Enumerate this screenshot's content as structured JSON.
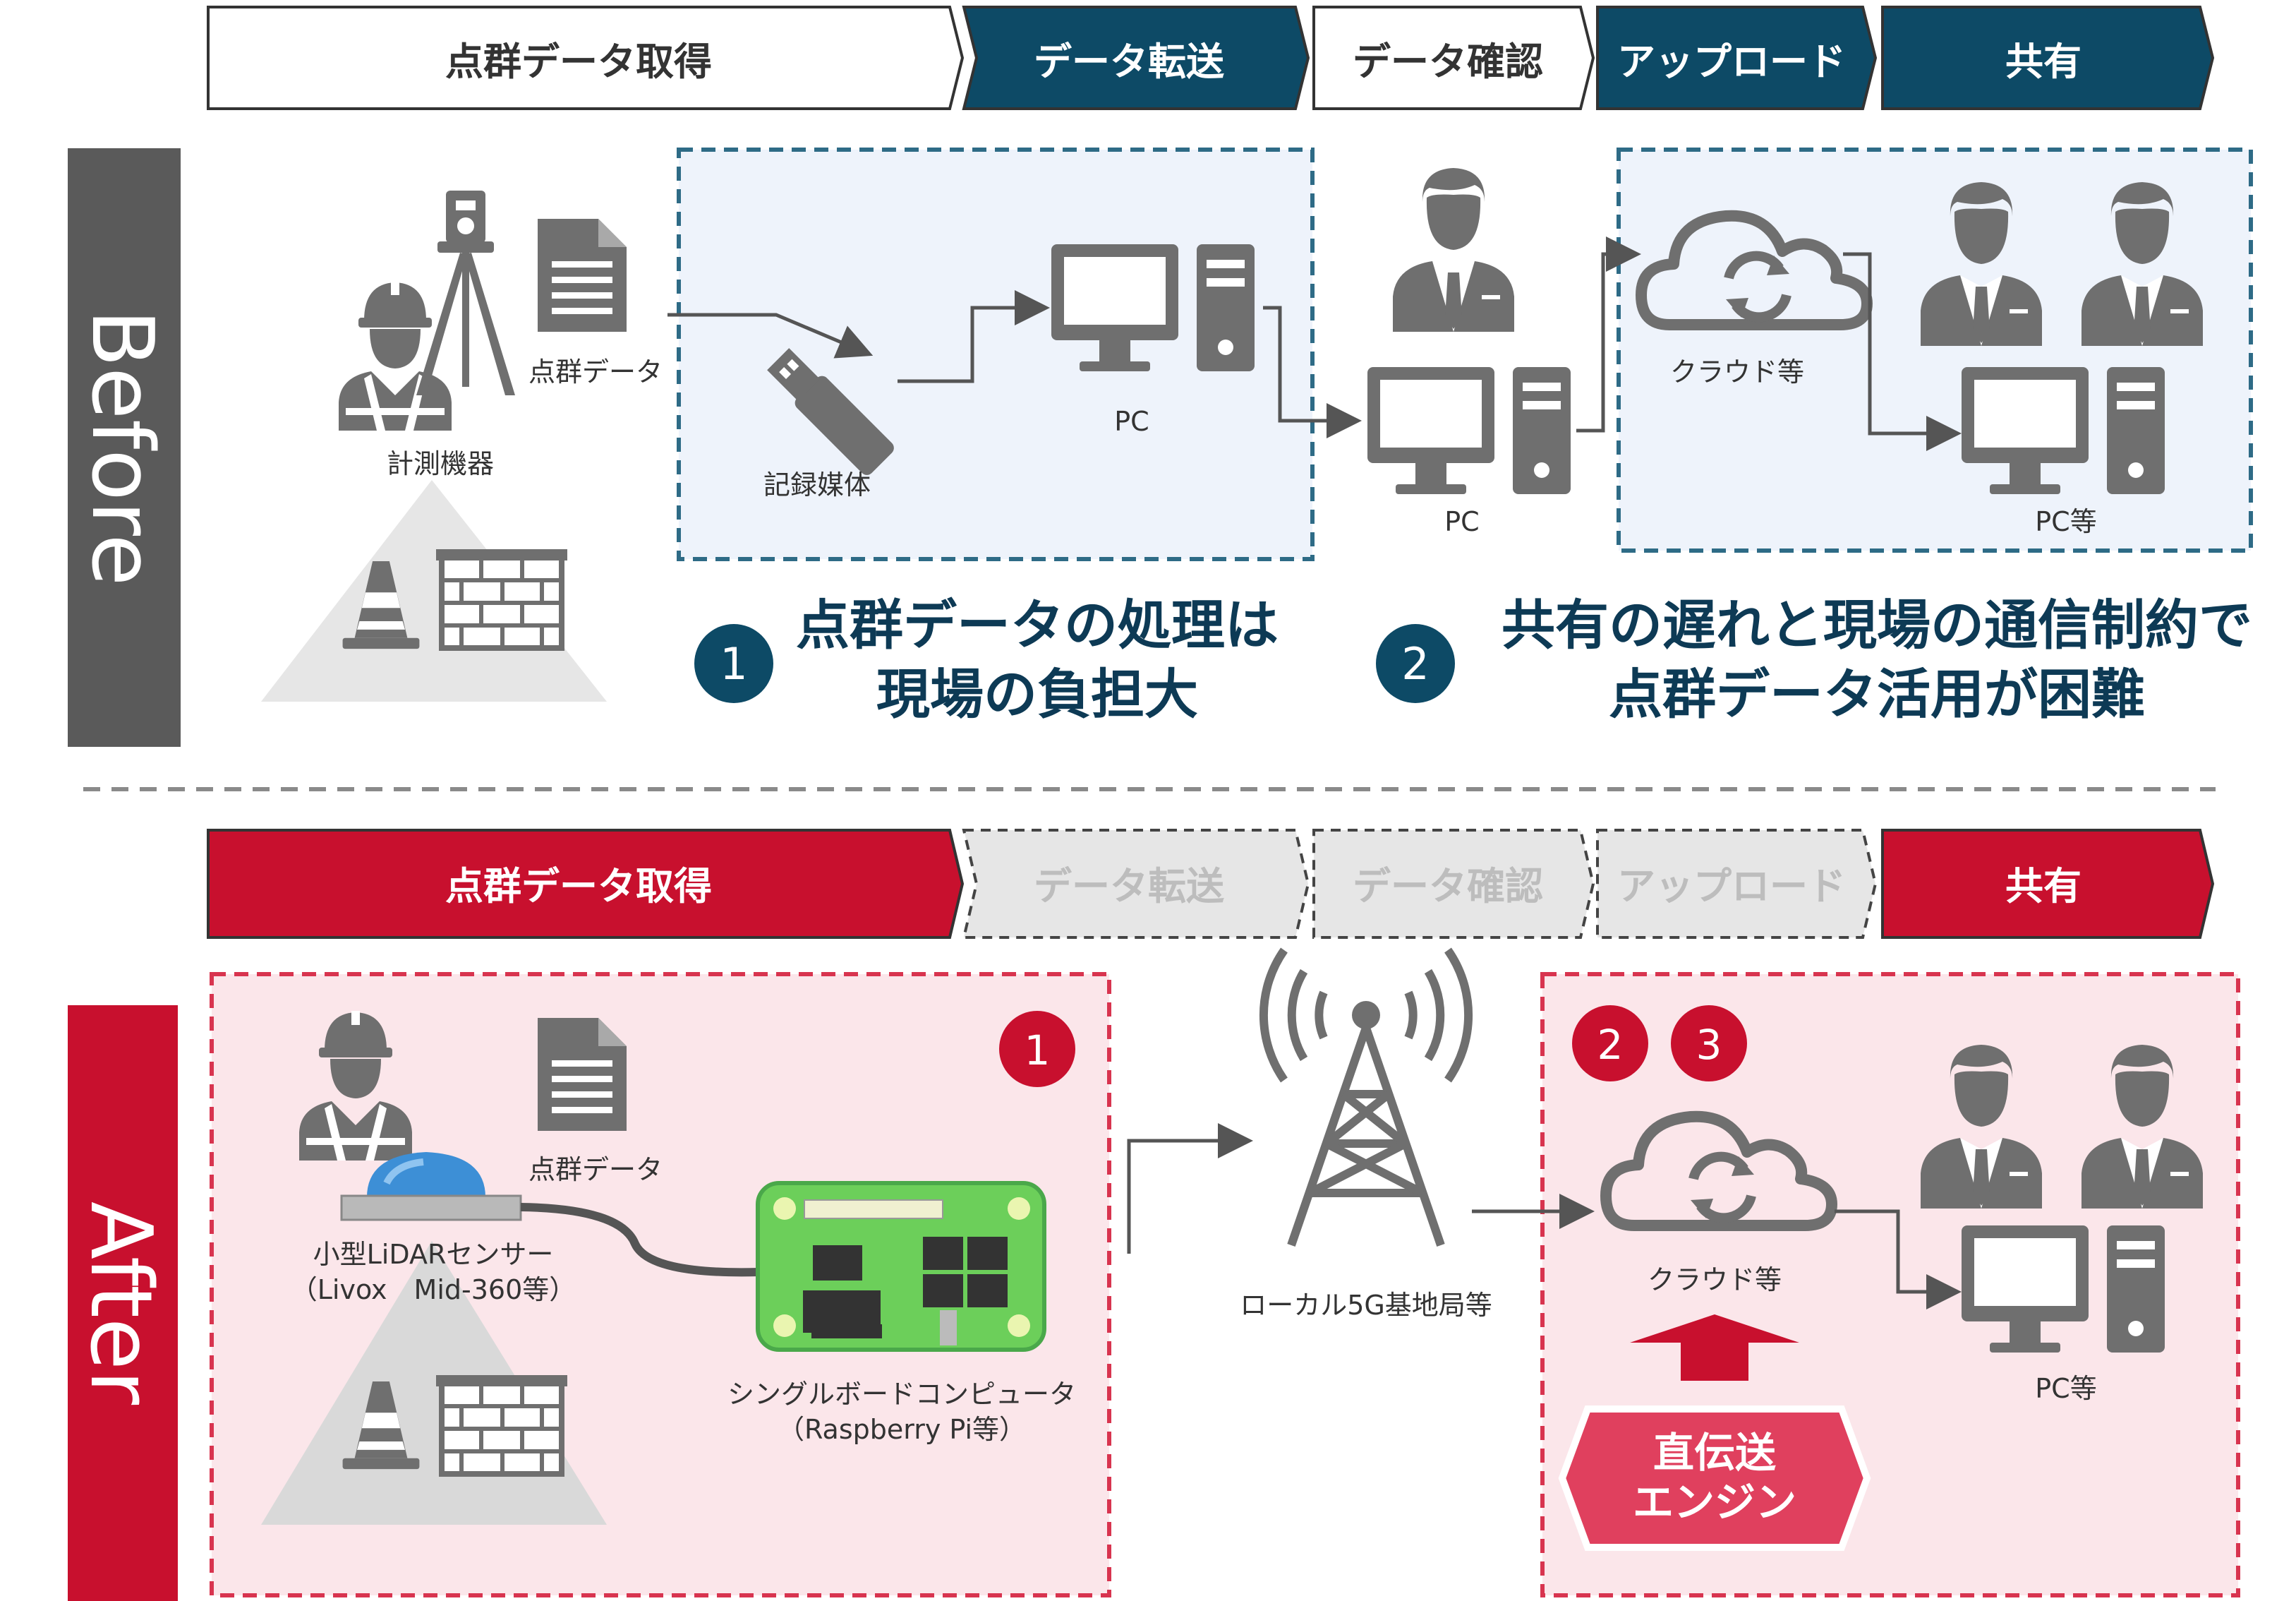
{
  "before": {
    "side_label": "Before",
    "steps": [
      "点群データ取得",
      "データ転送",
      "データ確認",
      "アップロード",
      "共有"
    ],
    "labels": {
      "measuring_device": "計測機器",
      "point_cloud_data": "点群データ",
      "recording_media": "記録媒体",
      "pc": "PC",
      "pc_field": "PC",
      "cloud": "クラウド等",
      "pc_etc": "PC等"
    },
    "issues": [
      {
        "num": "1",
        "line1": "点群データの処理は",
        "line2": "現場の負担大"
      },
      {
        "num": "2",
        "line1": "共有の遅れと現場の通信制約で",
        "line2": "点群データ活用が困難"
      }
    ]
  },
  "after": {
    "side_label": "After",
    "steps": [
      "点群データ取得",
      "データ転送",
      "データ確認",
      "アップロード",
      "共有"
    ],
    "labels": {
      "lidar_line1": "小型LiDARセンサー",
      "lidar_line2": "（Livox　Mid-360等）",
      "point_cloud_data": "点群データ",
      "sbc_line1": "シングルボードコンピュータ",
      "sbc_line2": "（Raspberry Pi等）",
      "base_station": "ローカル5G基地局等",
      "cloud": "クラウド等",
      "pc_etc": "PC等",
      "engine_line1": "直伝送",
      "engine_line2": "エンジン"
    },
    "badges": [
      "1",
      "2",
      "3"
    ]
  },
  "colors": {
    "navy": "#0d4a66",
    "red": "#c8102e",
    "engine": "#e0405e",
    "gray_icon": "#6f6f6f",
    "before_bar": "#5a5a5a",
    "after_bar": "#c8102e",
    "blue_fill": "#eef3fb",
    "blue_border": "#2e6b86",
    "pink_fill": "#fbe6ea",
    "pink_border": "#d8344f",
    "disabled_fill": "#e6e6e6",
    "disabled_text": "#bdbdbd"
  },
  "icons": [
    "worker-icon",
    "document-icon",
    "tripod-icon",
    "usb-icon",
    "pc-icon",
    "cloud-sync-icon",
    "businessman-icon",
    "cone-icon",
    "brick-wall-icon",
    "antenna-tower-icon",
    "lidar-sensor-icon",
    "raspberry-pi-icon"
  ]
}
